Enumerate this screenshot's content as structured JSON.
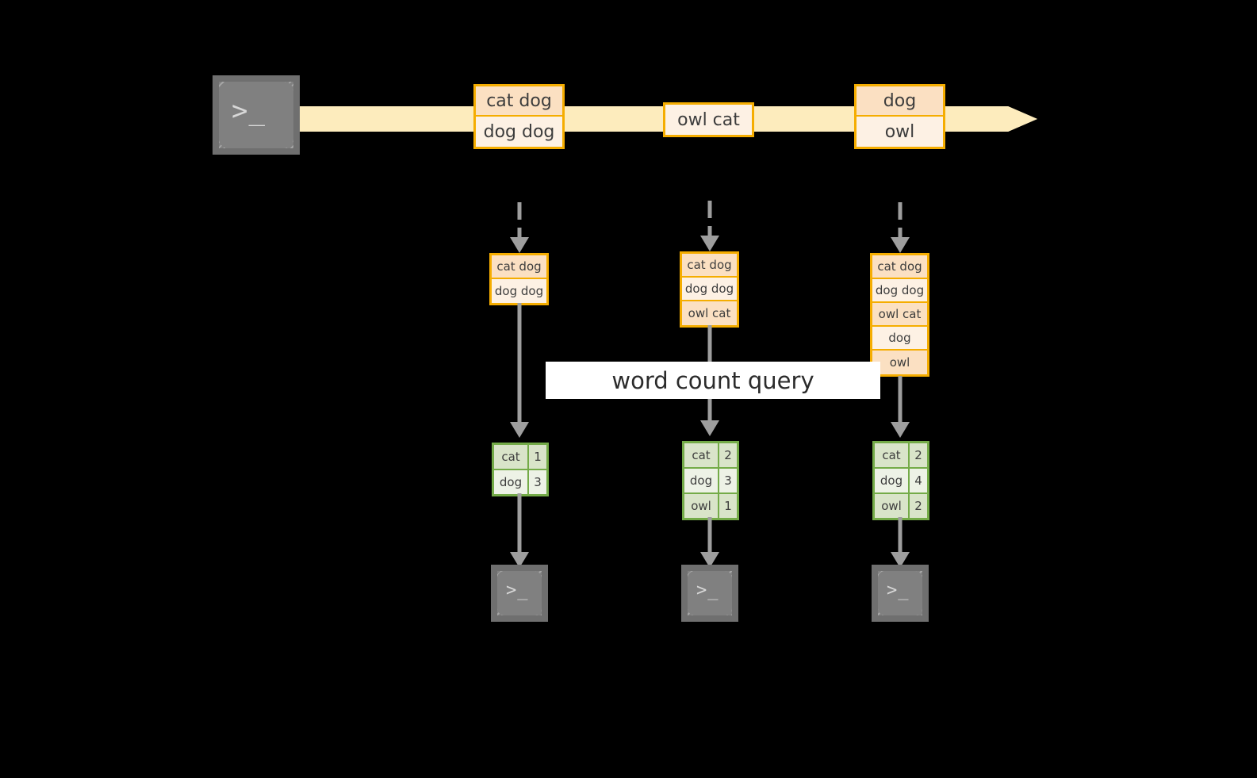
{
  "diagram": {
    "title_label": "word count query",
    "colors": {
      "event_border": "#f5ad00",
      "event_fill_dark": "#fbe0c2",
      "event_fill_light": "#fdf1e4",
      "stream_band": "#fdecbd",
      "result_border": "#74ab48",
      "result_fill_dark": "#d9e4c9",
      "result_fill_light": "#edf2e6",
      "terminal_gray": "#808080",
      "arrow_gray": "#9e9e9e",
      "background": "#000000"
    },
    "producer": {
      "icon": "terminal-icon",
      "glyph": ">_"
    },
    "stream": {
      "icon": "stream-arrow-icon",
      "events": [
        {
          "lines": [
            "cat dog",
            "dog dog"
          ]
        },
        {
          "lines": [
            "owl cat"
          ]
        },
        {
          "lines": [
            "dog",
            "owl"
          ]
        }
      ]
    },
    "columns": [
      {
        "state": {
          "rows": [
            "cat dog",
            "dog dog"
          ]
        },
        "result": {
          "rows": [
            {
              "word": "cat",
              "count": "1"
            },
            {
              "word": "dog",
              "count": "3"
            }
          ]
        },
        "consumer": {
          "icon": "terminal-icon",
          "glyph": ">_"
        }
      },
      {
        "state": {
          "rows": [
            "cat dog",
            "dog dog",
            "owl cat"
          ]
        },
        "result": {
          "rows": [
            {
              "word": "cat",
              "count": "2"
            },
            {
              "word": "dog",
              "count": "3"
            },
            {
              "word": "owl",
              "count": "1"
            }
          ]
        },
        "consumer": {
          "icon": "terminal-icon",
          "glyph": ">_"
        }
      },
      {
        "state": {
          "rows": [
            "cat dog",
            "dog dog",
            "owl cat",
            "dog",
            "owl"
          ]
        },
        "result": {
          "rows": [
            {
              "word": "cat",
              "count": "2"
            },
            {
              "word": "dog",
              "count": "4"
            },
            {
              "word": "owl",
              "count": "2"
            }
          ]
        },
        "consumer": {
          "icon": "terminal-icon",
          "glyph": ">_"
        }
      }
    ]
  }
}
